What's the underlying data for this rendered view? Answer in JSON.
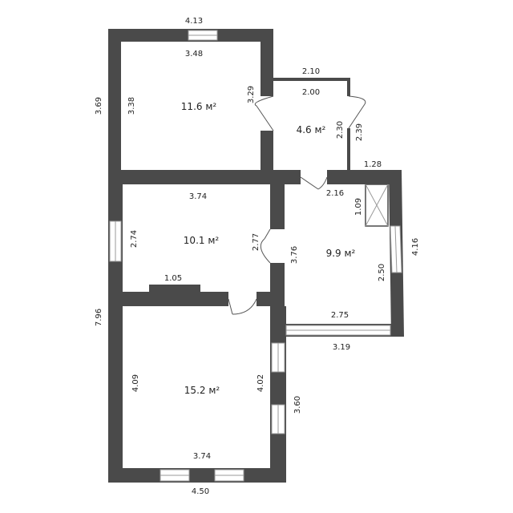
{
  "rooms": [
    {
      "area": "11.6 м²"
    },
    {
      "area": "4.6 м²"
    },
    {
      "area": "10.1 м²"
    },
    {
      "area": "9.9 м²"
    },
    {
      "area": "15.2 м²"
    }
  ],
  "dimensions": {
    "top_outer": "4.13",
    "top_inner": "3.48",
    "left_upper_outer": "3.69",
    "left_upper_inner": "3.38",
    "room1_right": "3.29",
    "small_top_outer": "2.10",
    "small_top_inner": "2.00",
    "small_right_inner": "2.30",
    "small_right_outer": "2.39",
    "balcony_top": "1.28",
    "diag_door": "2.16",
    "shaft": "1.09",
    "room3_top": "3.74",
    "room3_left": "2.74",
    "room3_right": "2.77",
    "room4_left": "3.76",
    "room4_right_outer": "4.16",
    "room4_right_inner": "2.50",
    "room4_bottom_inner": "2.75",
    "room4_bottom_outer": "3.19",
    "partition": "1.05",
    "left_lower_outer": "7.96",
    "room5_left": "4.09",
    "room5_right": "4.02",
    "room5_right_outer": "3.60",
    "room5_bottom_inner": "3.74",
    "bottom_outer": "4.50"
  }
}
